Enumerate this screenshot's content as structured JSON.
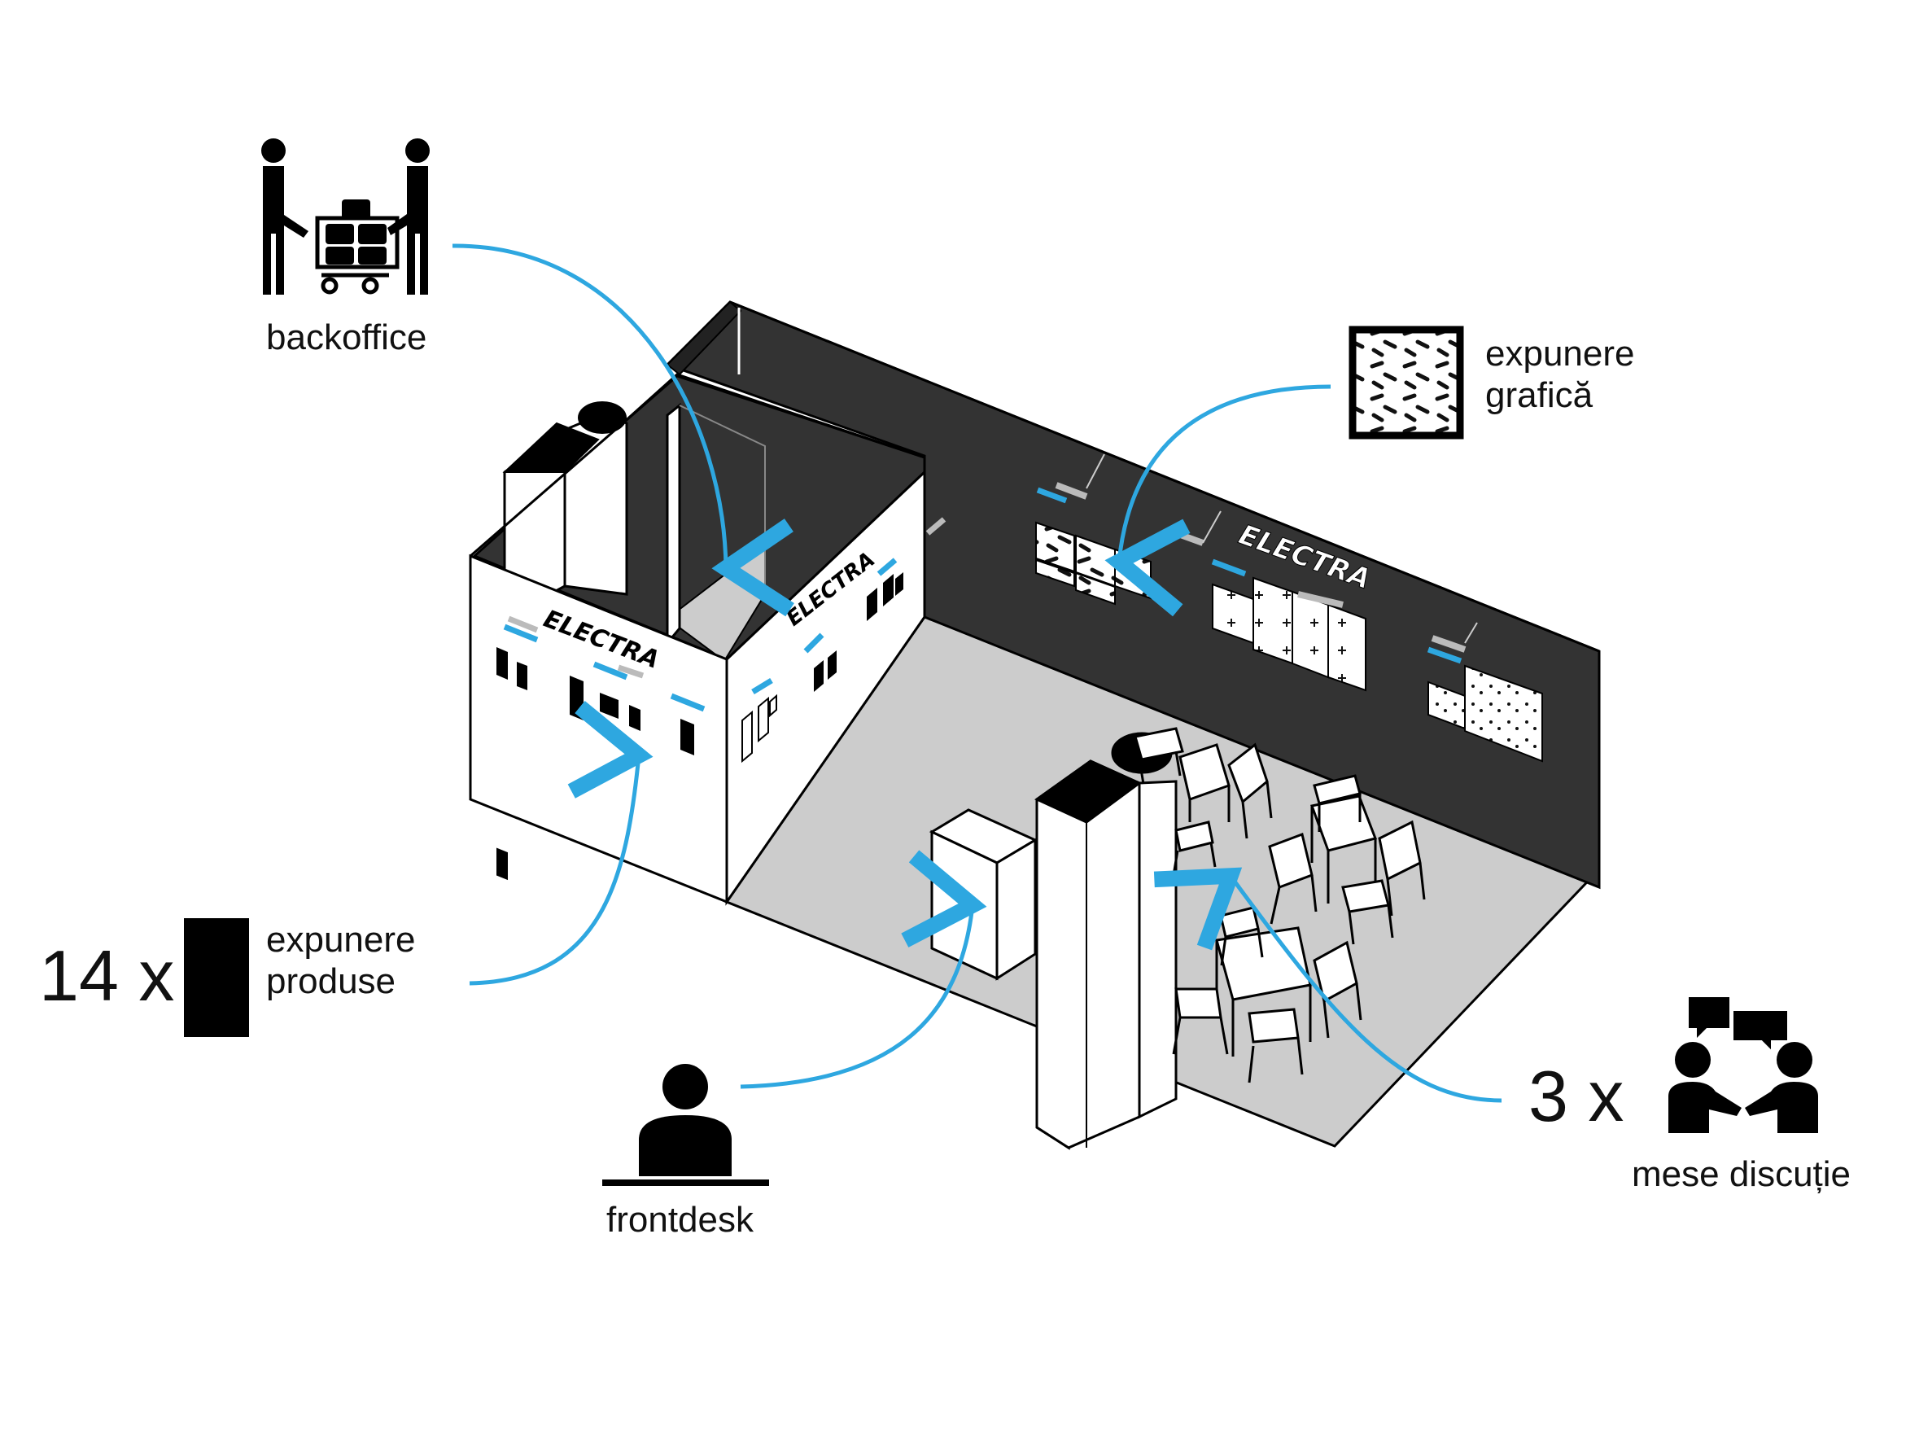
{
  "annotations": {
    "backoffice": {
      "label": "backoffice",
      "icon": "cart-movers-icon"
    },
    "graphic_display": {
      "line1": "expunere",
      "line2": "grafică",
      "icon": "pattern-panel-icon"
    },
    "product_display": {
      "count": "14 x",
      "line1": "expunere",
      "line2": "produse",
      "icon": "product-panel-icon"
    },
    "frontdesk": {
      "label": "frontdesk",
      "icon": "receptionist-icon"
    },
    "discussion_tables": {
      "count": "3 x",
      "label": "mese discuție",
      "icon": "conversation-icon"
    }
  },
  "booth": {
    "brand_signs": [
      "ELECTRA",
      "ELECTRA",
      "ELECTRA"
    ]
  },
  "colors": {
    "accent": "#2ea7e0",
    "dark_wall": "#333333",
    "floor": "#cccccc",
    "ink": "#000000",
    "white": "#ffffff"
  }
}
